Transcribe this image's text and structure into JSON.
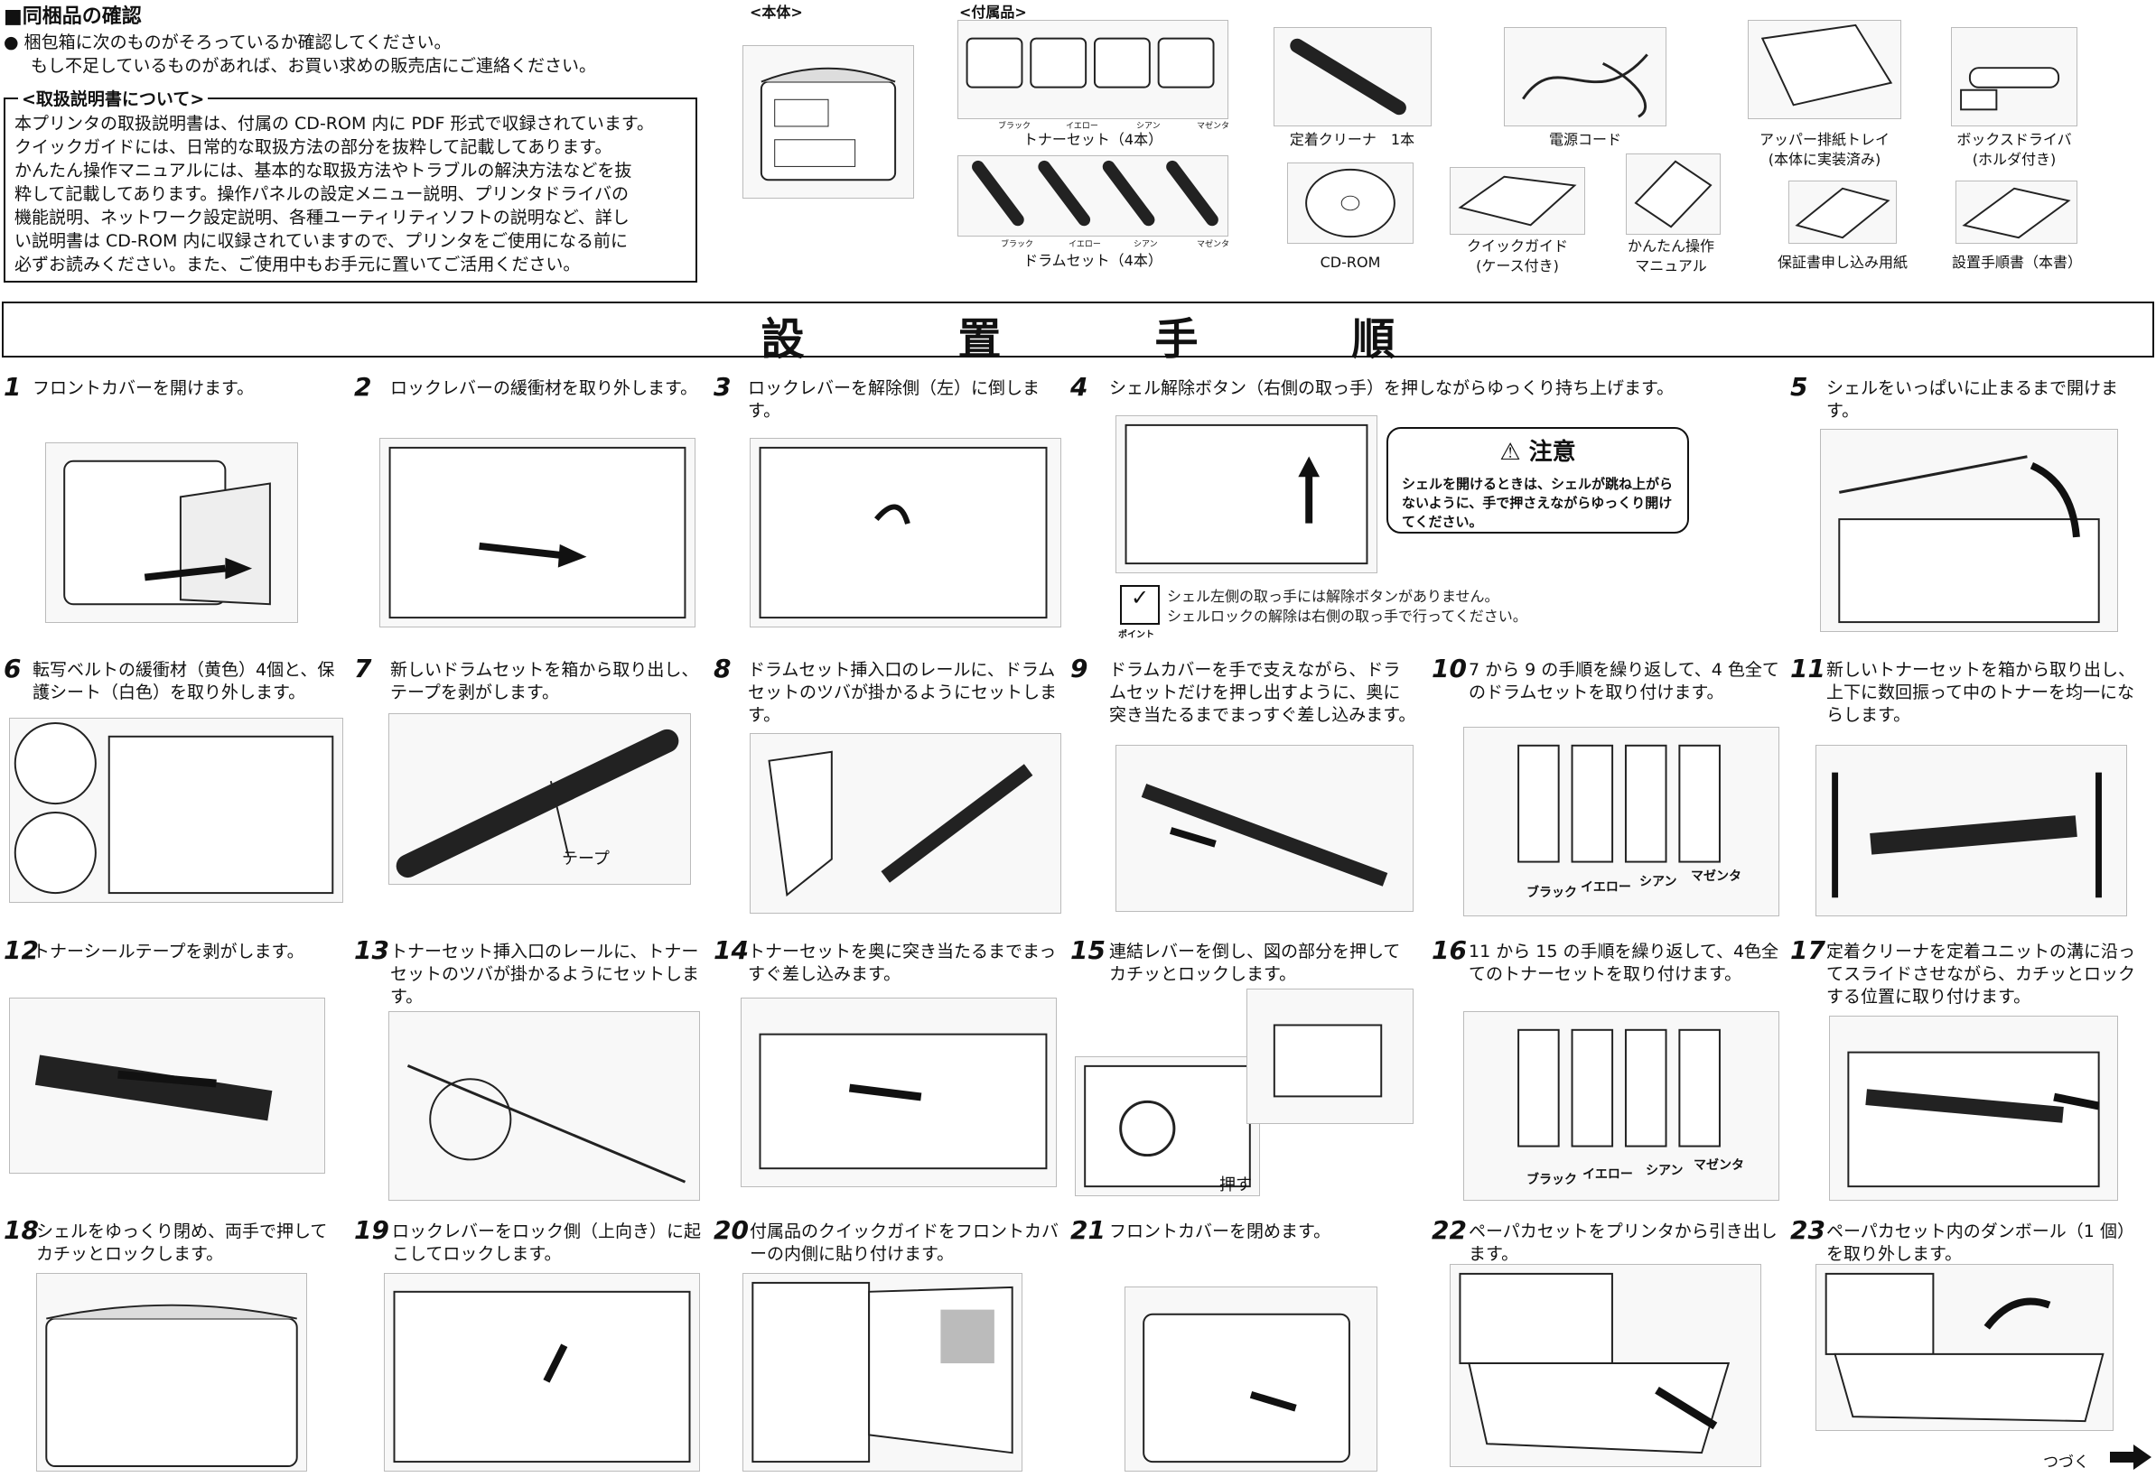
{
  "package_check": {
    "title": "■同梱品の確認",
    "bullet_line1": "● 梱包箱に次のものがそろっているか確認してください。",
    "bullet_line2": "もし不足しているものがあれば、お買い求めの販売店にご連絡ください。"
  },
  "manual_info": {
    "legend": "<取扱説明書について>",
    "lines": [
      "本プリンタの取扱説明書は、付属の CD-ROM 内に PDF 形式で収録されています。",
      "クイックガイドには、日常的な取扱方法の部分を抜粋して記載してあります。",
      "かんたん操作マニュアルには、基本的な取扱方法やトラブルの解決方法などを抜",
      "粋して記載してあります。操作パネルの設定メニュー説明、プリンタドライバの",
      "機能説明、ネットワーク設定説明、各種ユーティリティソフトの説明など、詳し",
      "い説明書は CD-ROM 内に収録されていますので、プリンタをご使用になる前に",
      "必ずお読みください。また、ご使用中もお手元に置いてご活用ください。"
    ]
  },
  "contents": {
    "main_unit_label": "<本体>",
    "accessories_label": "<付属品>",
    "toner_colors": [
      "ブラック",
      "イエロー",
      "シアン",
      "マゼンタ"
    ],
    "toner_set": "トナーセット（4本）",
    "drum_colors": [
      "ブラック",
      "イエロー",
      "シアン",
      "マゼンタ"
    ],
    "drum_set": "ドラムセット（4本）",
    "fuser_cleaner": "定着クリーナ　1本",
    "power_cord": "電源コード",
    "upper_tray_line1": "アッパー排紙トレイ",
    "upper_tray_line2": "(本体に実装済み)",
    "box_driver_line1": "ボックスドライバ",
    "box_driver_line2": "(ホルダ付き)",
    "cdrom": "CD-ROM",
    "quick_guide_line1": "クイックガイド",
    "quick_guide_line2": "(ケース付き)",
    "easy_manual_line1": "かんたん操作",
    "easy_manual_line2": "マニュアル",
    "warranty": "保証書申し込み用紙",
    "setup_guide": "設置手順書（本書）"
  },
  "banner": {
    "title": "設置手順"
  },
  "caution": {
    "title": "注意",
    "body": "シェルを開けるときは、シェルが跳ね上がらないように、手で押さえながらゆっくり開けてください。"
  },
  "point": {
    "badge": "ポイント",
    "line1": "シェル左側の取っ手には解除ボタンがありません。",
    "line2": "シェルロックの解除は右側の取っ手で行ってください。"
  },
  "labels": {
    "tape": "テープ",
    "push": "押す",
    "colors_step10": [
      "ブラック",
      "イエロー",
      "シアン",
      "マゼンタ"
    ],
    "colors_step16": [
      "ブラック",
      "イエロー",
      "シアン",
      "マゼンタ"
    ],
    "continue": "つづく"
  },
  "steps": [
    {
      "num": "1",
      "text": "フロントカバーを開けます。"
    },
    {
      "num": "2",
      "text": "ロックレバーの緩衝材を取り外します。"
    },
    {
      "num": "3",
      "text": "ロックレバーを解除側（左）に倒します。"
    },
    {
      "num": "4",
      "text": "シェル解除ボタン（右側の取っ手）を押しながらゆっくり持ち上げます。"
    },
    {
      "num": "5",
      "text": "シェルをいっぱいに止まるまで開けます。"
    },
    {
      "num": "6",
      "text": "転写ベルトの緩衝材（黄色）4個と、保護シート（白色）を取り外します。"
    },
    {
      "num": "7",
      "text": "新しいドラムセットを箱から取り出し、テープを剥がします。"
    },
    {
      "num": "8",
      "text": "ドラムセット挿入口のレールに、ドラムセットのツバが掛かるようにセットします。"
    },
    {
      "num": "9",
      "text": "ドラムカバーを手で支えながら、ドラムセットだけを押し出すように、奥に突き当たるまでまっすぐ差し込みます。"
    },
    {
      "num": "10",
      "text": "7 から 9 の手順を繰り返して、4 色全てのドラムセットを取り付けます。"
    },
    {
      "num": "11",
      "text": "新しいトナーセットを箱から取り出し、上下に数回振って中のトナーを均一にならします。"
    },
    {
      "num": "12",
      "text": "トナーシールテープを剥がします。"
    },
    {
      "num": "13",
      "text": "トナーセット挿入口のレールに、トナーセットのツバが掛かるようにセットします。"
    },
    {
      "num": "14",
      "text": "トナーセットを奥に突き当たるまでまっすぐ差し込みます。"
    },
    {
      "num": "15",
      "text": "連結レバーを倒し、図の部分を押してカチッとロックします。"
    },
    {
      "num": "16",
      "text": "11 から 15 の手順を繰り返して、4色全てのトナーセットを取り付けます。"
    },
    {
      "num": "17",
      "text": "定着クリーナを定着ユニットの溝に沿ってスライドさせながら、カチッとロックする位置に取り付けます。"
    },
    {
      "num": "18",
      "text": "シェルをゆっくり閉め、両手で押してカチッとロックします。"
    },
    {
      "num": "19",
      "text": "ロックレバーをロック側（上向き）に起こしてロックします。"
    },
    {
      "num": "20",
      "text": "付属品のクイックガイドをフロントカバーの内側に貼り付けます。"
    },
    {
      "num": "21",
      "text": "フロントカバーを閉めます。"
    },
    {
      "num": "22",
      "text": "ペーパカセットをプリンタから引き出します。"
    },
    {
      "num": "23",
      "text": "ペーパカセット内のダンボール（1 個）を取り外します。"
    }
  ]
}
